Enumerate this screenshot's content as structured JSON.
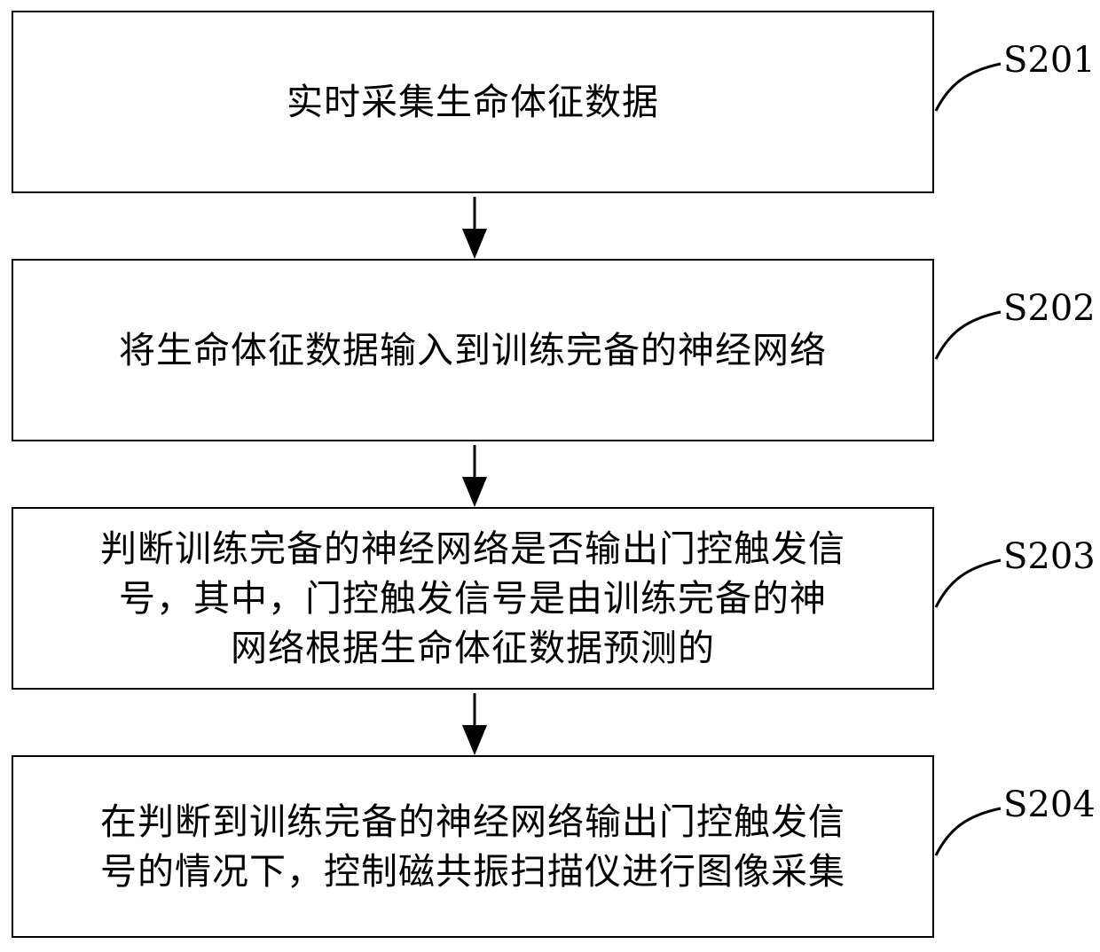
{
  "steps": [
    {
      "id": "S201",
      "label": "S201",
      "text": "实时采集生命体征数据"
    },
    {
      "id": "S202",
      "label": "S202",
      "text": "将生命体征数据输入到训练完备的神经网络"
    },
    {
      "id": "S203",
      "label": "S203",
      "text": "判断训练完备的神经网络是否输出门控触发信\n号，其中，门控触发信号是由训练完备的神\n网络根据生命体征数据预测的"
    },
    {
      "id": "S204",
      "label": "S204",
      "text": "在判断到训练完备的神经网络输出门控触发信\n号的情况下，控制磁共振扫描仪进行图像采集"
    }
  ],
  "colors": {
    "line": "#000000",
    "background": "#ffffff"
  }
}
